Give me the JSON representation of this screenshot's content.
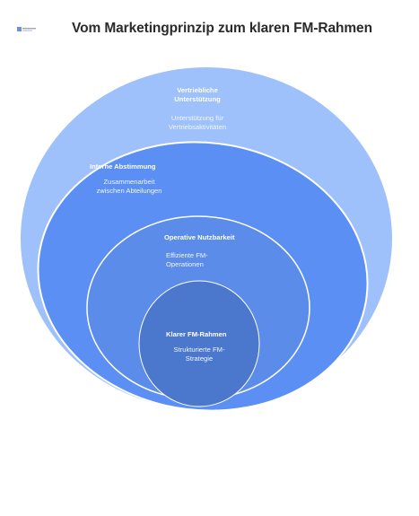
{
  "title": "Vom Marketingprinzip zum klaren FM-Rahmen",
  "colors": {
    "ring1": "#9ec0fb",
    "ring2": "#5b8ff3",
    "ring3": "#5b8cea",
    "ring4": "#4b78cd",
    "stroke": "#ffffff"
  },
  "levels": [
    {
      "heading_line1": "Vertriebliche",
      "heading_line2": "Unterstützung",
      "desc_line1": "Unterstützung für",
      "desc_line2": "Vertriebsaktivitäten"
    },
    {
      "heading": "Interne Abstimmung",
      "desc_line1": "Zusammenarbeit",
      "desc_line2": "zwischen Abteilungen"
    },
    {
      "heading": "Operative Nutzbarkeit",
      "desc_line1": "Effiziente FM-",
      "desc_line2": "Operationen"
    },
    {
      "heading": "Klarer FM-Rahmen",
      "desc_line1": "Strukturierte FM-",
      "desc_line2": "Strategie"
    }
  ]
}
